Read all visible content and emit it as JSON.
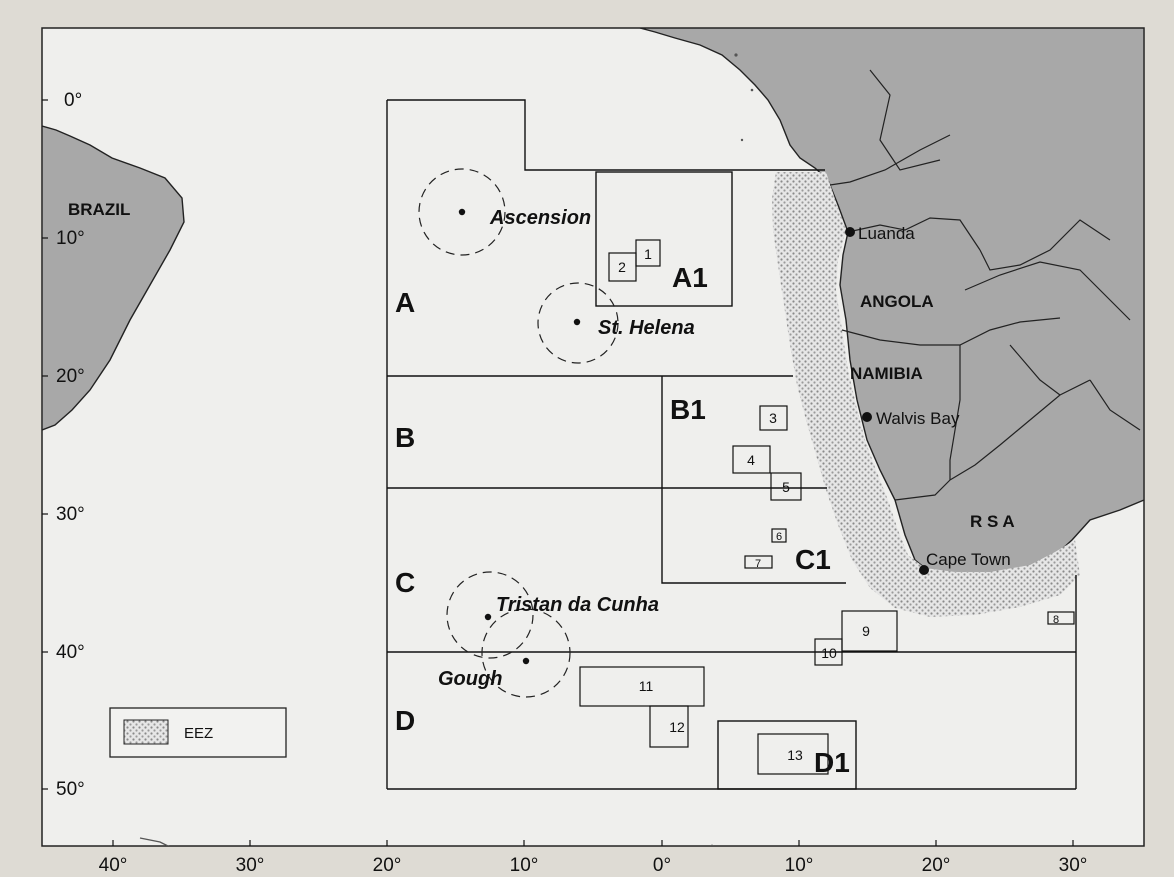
{
  "axes": {
    "longitude_labels": [
      "40°",
      "30°",
      "20°",
      "10°",
      "0°",
      "10°",
      "20°",
      "30°"
    ],
    "latitude_labels": [
      "0°",
      "10°",
      "20°",
      "30°",
      "40°",
      "50°"
    ]
  },
  "countries": {
    "brazil": "BRAZIL",
    "angola": "ANGOLA",
    "namibia": "NAMIBIA",
    "rsa": "R S A"
  },
  "cities": {
    "luanda": "Luanda",
    "walvis_bay": "Walvis Bay",
    "cape_town": "Cape Town"
  },
  "islands": {
    "ascension": "Ascension",
    "st_helena": "St. Helena",
    "tristan": "Tristan da Cunha",
    "gough": "Gough"
  },
  "areas": {
    "a": "A",
    "b": "B",
    "c": "C",
    "d": "D",
    "a1": "A1",
    "b1": "B1",
    "c1": "C1",
    "d1": "D1"
  },
  "boxes": {
    "b1": "1",
    "b2": "2",
    "b3": "3",
    "b4": "4",
    "b5": "5",
    "b6": "6",
    "b7": "7",
    "b8": "8",
    "b9": "9",
    "b10": "10",
    "b11": "11",
    "b12": "12",
    "b13": "13"
  },
  "legend": {
    "eez": "EEZ"
  },
  "colors": {
    "land": "#a8a8a8",
    "sea": "#efefed",
    "border": "#1a1a1a",
    "eez_dots": "#8a8a8a"
  }
}
